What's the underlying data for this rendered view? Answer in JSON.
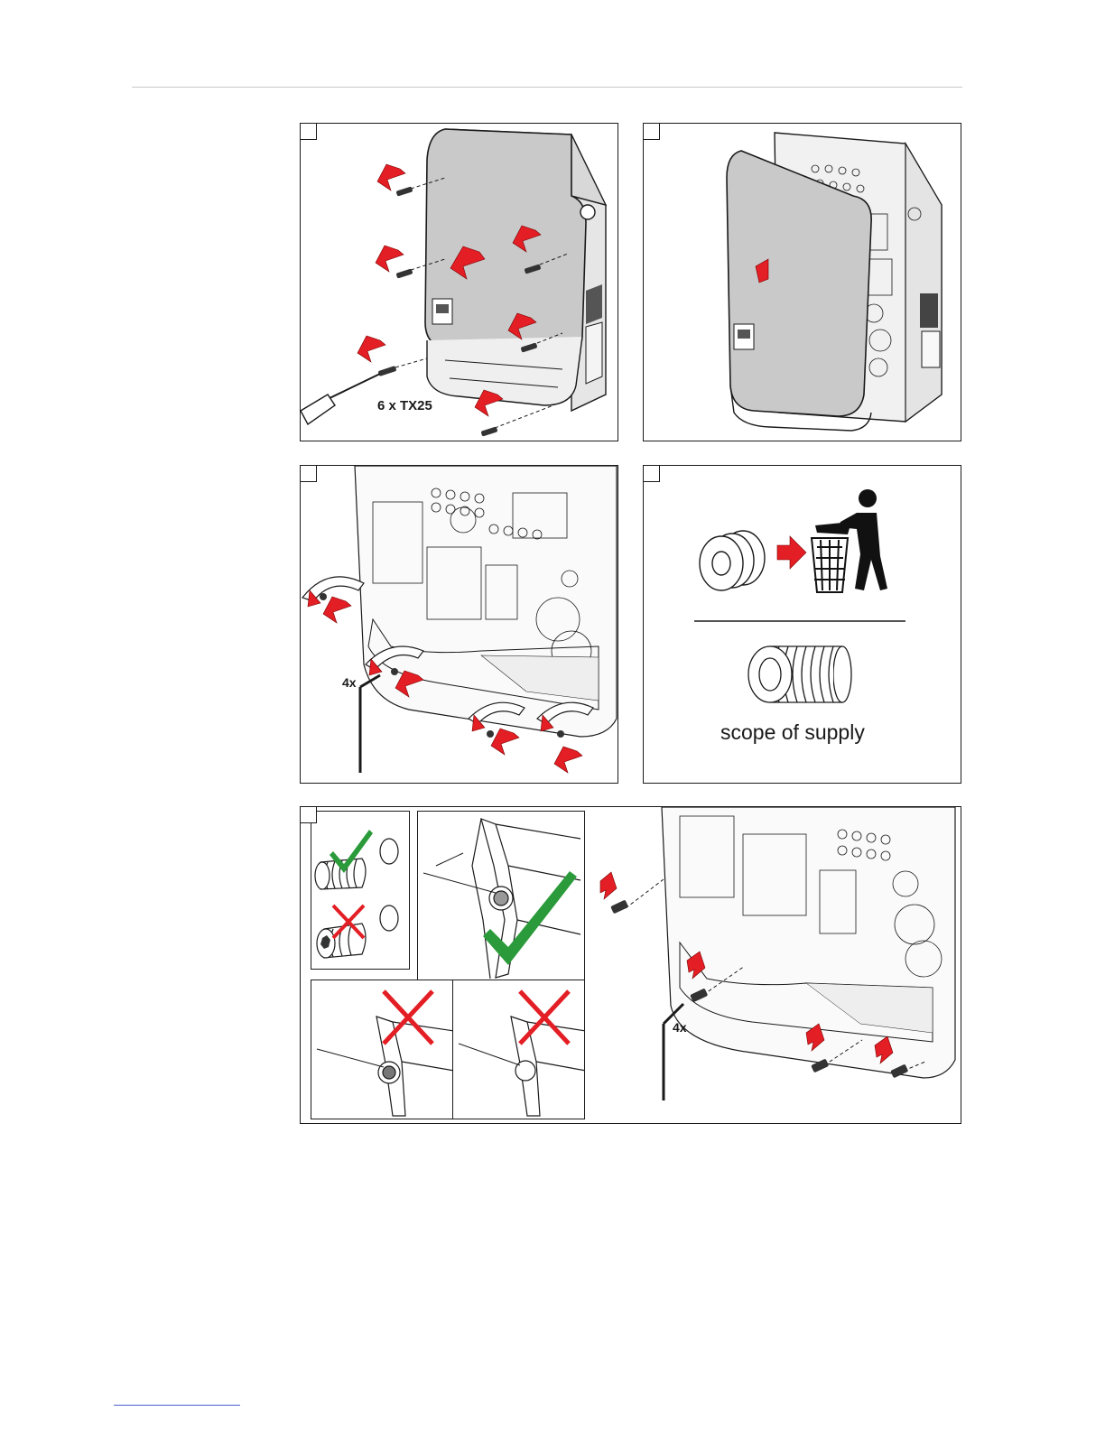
{
  "steps": {
    "step1": {
      "label": "6 x TX25"
    },
    "step3": {
      "label": "4x"
    },
    "step4": {
      "label": "scope of supply"
    },
    "step5": {
      "label": "4x"
    }
  },
  "colors": {
    "arrow": "#e31e24",
    "check": "#2b9a3a",
    "cross": "#e31e24",
    "device": "#c9c9c9",
    "line": "#1a1a1a"
  },
  "icons": [
    "remove-arrow-icon",
    "trash-bin-icon",
    "person-disposal-icon",
    "check-icon",
    "cross-icon",
    "screwdriver-icon",
    "allen-key-icon"
  ]
}
